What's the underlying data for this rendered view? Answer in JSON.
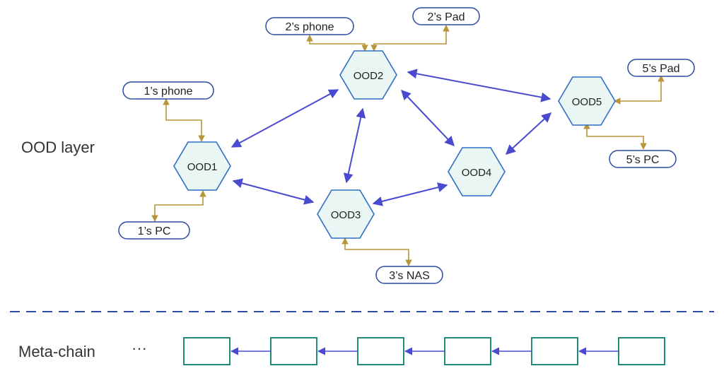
{
  "layers": {
    "ood_layer_label": "OOD layer",
    "meta_chain_label": "Meta-chain",
    "ellipsis": "···"
  },
  "ood_nodes": [
    {
      "id": "ood1",
      "label": "OOD1"
    },
    {
      "id": "ood2",
      "label": "OOD2"
    },
    {
      "id": "ood3",
      "label": "OOD3"
    },
    {
      "id": "ood4",
      "label": "OOD4"
    },
    {
      "id": "ood5",
      "label": "OOD5"
    }
  ],
  "devices": [
    {
      "id": "phone1",
      "label": "1’s phone",
      "owner": "ood1"
    },
    {
      "id": "pc1",
      "label": "1’s PC",
      "owner": "ood1"
    },
    {
      "id": "phone2",
      "label": "2’s phone",
      "owner": "ood2"
    },
    {
      "id": "pad2",
      "label": "2’s Pad",
      "owner": "ood2"
    },
    {
      "id": "nas3",
      "label": "3’s NAS",
      "owner": "ood3"
    },
    {
      "id": "pad5",
      "label": "5’s Pad",
      "owner": "ood5"
    },
    {
      "id": "pc5",
      "label": "5’s PC",
      "owner": "ood5"
    }
  ],
  "ood_links": [
    [
      "ood1",
      "ood2"
    ],
    [
      "ood1",
      "ood3"
    ],
    [
      "ood2",
      "ood3"
    ],
    [
      "ood2",
      "ood4"
    ],
    [
      "ood2",
      "ood5"
    ],
    [
      "ood3",
      "ood4"
    ],
    [
      "ood4",
      "ood5"
    ]
  ],
  "meta_chain": {
    "block_count": 6
  },
  "colors": {
    "hex_fill": "#eaf6f4",
    "hex_stroke": "#2e6fc4",
    "device_stroke": "#2e4ca0",
    "ood_link": "#4a4ad0",
    "device_link": "#b8943a",
    "block_stroke": "#1f8a78",
    "chain_arrow": "#4a4ad0",
    "divider": "#2e4ca0"
  }
}
